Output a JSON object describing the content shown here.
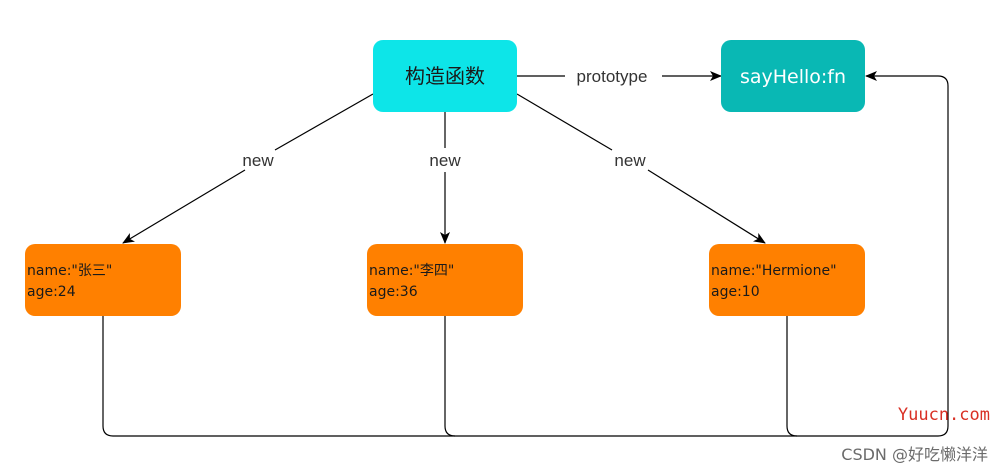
{
  "constructor": {
    "label": "构造函数",
    "fill": "#0de5e8"
  },
  "prototype_object": {
    "label": "sayHello:fn",
    "fill": "#09b8b4"
  },
  "edges": {
    "prototype_label": "prototype",
    "new_label_left": "new",
    "new_label_middle": "new",
    "new_label_right": "new"
  },
  "instances": [
    {
      "name_line": "name:\"张三\"",
      "age_line": "age:24"
    },
    {
      "name_line": "name:\"李四\"",
      "age_line": "age:36"
    },
    {
      "name_line": "name:\"Hermione\"",
      "age_line": "age:10"
    }
  ],
  "instance_fill": "#ff8000",
  "watermark": {
    "site": "Yuucn.com",
    "author": "CSDN @好吃懒洋洋"
  }
}
